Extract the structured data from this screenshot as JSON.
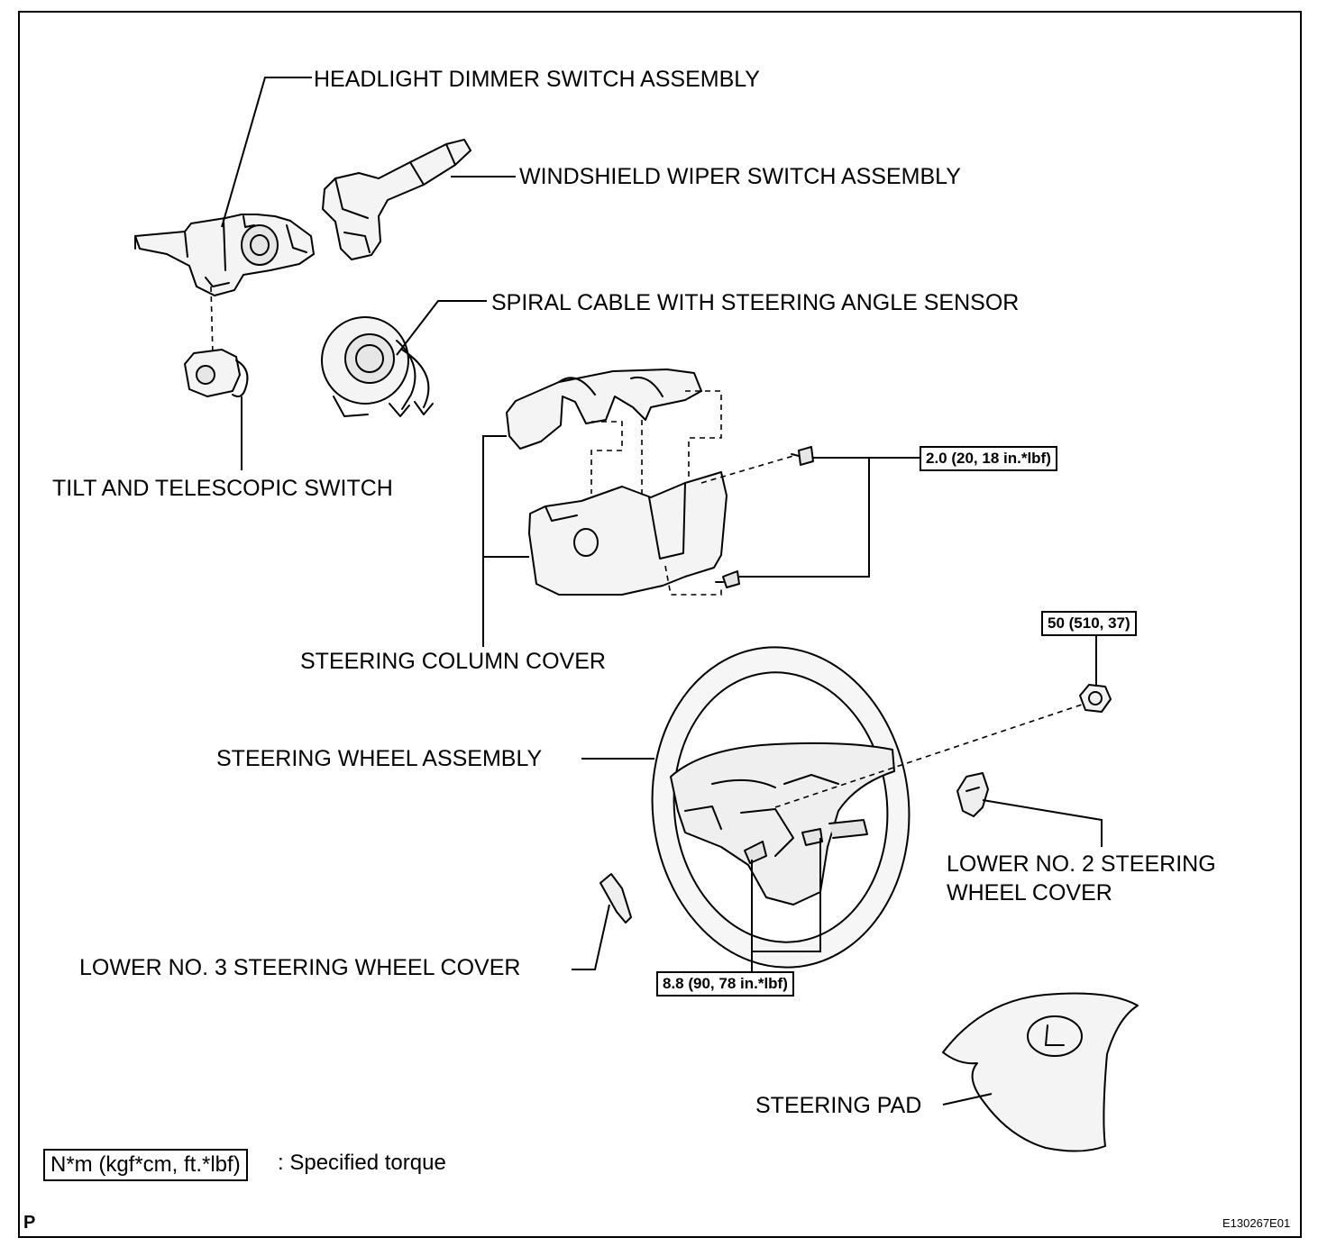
{
  "labels": {
    "headlight_dimmer_switch": "HEADLIGHT DIMMER SWITCH ASSEMBLY",
    "windshield_wiper_switch": "WINDSHIELD WIPER SWITCH ASSEMBLY",
    "spiral_cable": "SPIRAL CABLE WITH STEERING ANGLE SENSOR",
    "tilt_telescopic_switch": "TILT AND TELESCOPIC SWITCH",
    "steering_column_cover": "STEERING COLUMN COVER",
    "steering_wheel_assembly": "STEERING WHEEL ASSEMBLY",
    "lower_no2_cover": "LOWER NO. 2 STEERING WHEEL COVER",
    "lower_no3_cover": "LOWER NO. 3 STEERING WHEEL COVER",
    "steering_pad": "STEERING PAD"
  },
  "torques": {
    "column_cover_screws": "2.0 (20, 18 in.*lbf)",
    "steering_wheel_nut": "50 (510, 37)",
    "lower_cover_screws": "8.8 (90, 78 in.*lbf)"
  },
  "legend": {
    "unit_box": "N*m (kgf*cm, ft.*lbf)",
    "description": ": Specified torque"
  },
  "footer": {
    "section_mark": "P",
    "figure_id": "E130267E01"
  }
}
